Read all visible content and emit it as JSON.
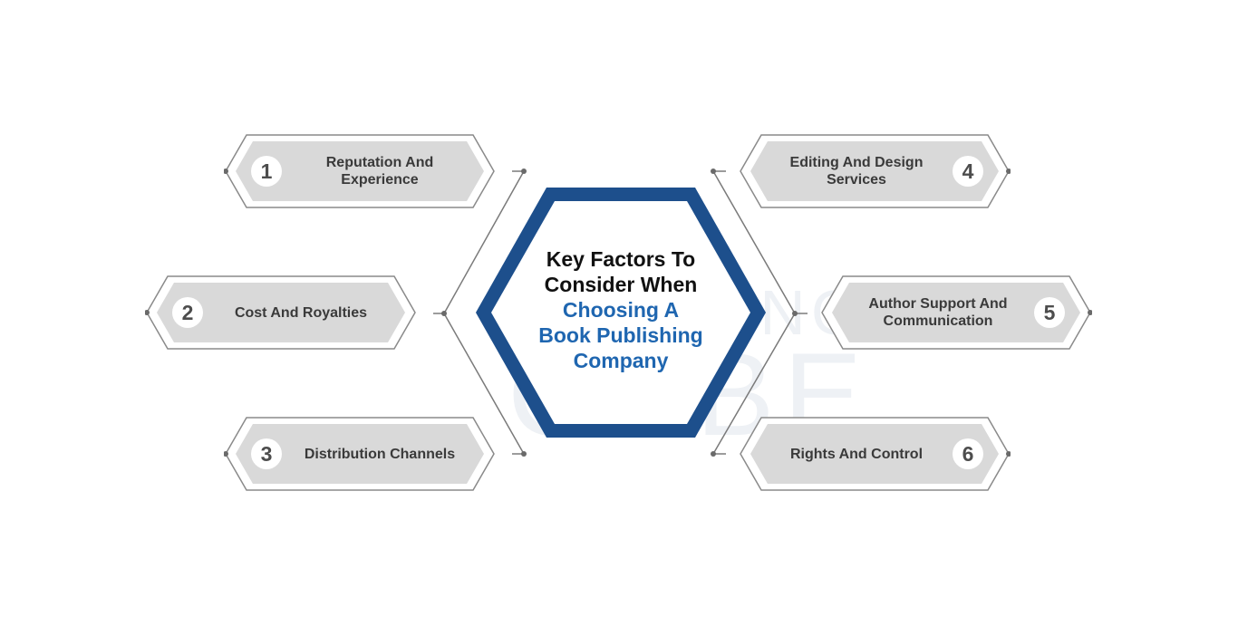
{
  "center": {
    "line1": "Key Factors To",
    "line2": "Consider When",
    "line3": "Choosing A",
    "line4": "Book Publishing",
    "line5": "Company"
  },
  "factors": [
    {
      "number": "1",
      "label": "Reputation And Experience"
    },
    {
      "number": "2",
      "label": "Cost And Royalties"
    },
    {
      "number": "3",
      "label": "Distribution Channels"
    },
    {
      "number": "4",
      "label": "Editing And Design Services"
    },
    {
      "number": "5",
      "label": "Author Support And Communication"
    },
    {
      "number": "6",
      "label": "Rights And Control"
    }
  ],
  "watermark": {
    "top": "WRITING",
    "bottom": "CUBE"
  },
  "colors": {
    "hexagon_dark": "#1d4f8c",
    "hexagon_blue": "#1f66b0",
    "tile_fill": "#d9d9d9",
    "outline": "#8a8a8a",
    "text": "#3a3a3a"
  }
}
